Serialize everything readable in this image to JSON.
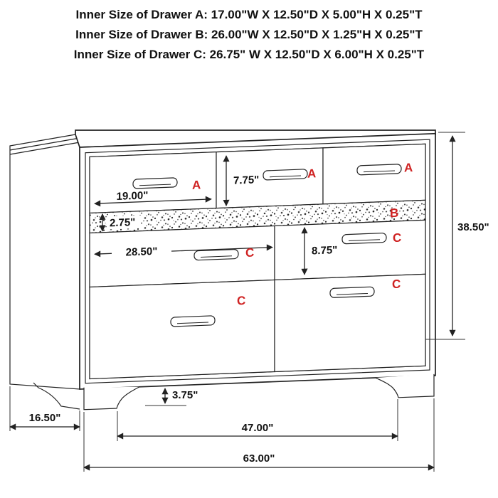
{
  "header": {
    "line_a": "Inner Size of Drawer A: 17.00\"W X 12.50\"D X 5.00\"H X 0.25\"T",
    "line_b": "Inner Size of Drawer B: 26.00\"W X 12.50\"D X 1.25\"H X 0.25\"T",
    "line_c": "Inner Size of Drawer C: 26.75\" W X 12.50\"D X 6.00\"H X 0.25\"T"
  },
  "labels": {
    "drawer_a": "A",
    "drawer_b": "B",
    "drawer_c": "C"
  },
  "dimensions": {
    "drawer_a_width": "19.00\"",
    "drawer_a_height": "7.75\"",
    "band_height": "2.75\"",
    "drawer_c_width": "28.50\"",
    "drawer_c_height": "8.75\"",
    "overall_height": "38.50\"",
    "foot_height": "3.75\"",
    "depth": "16.50\"",
    "feet_span": "47.00\"",
    "overall_width": "63.00\""
  },
  "colors": {
    "accent_red": "#cf2222",
    "line": "#222222"
  }
}
